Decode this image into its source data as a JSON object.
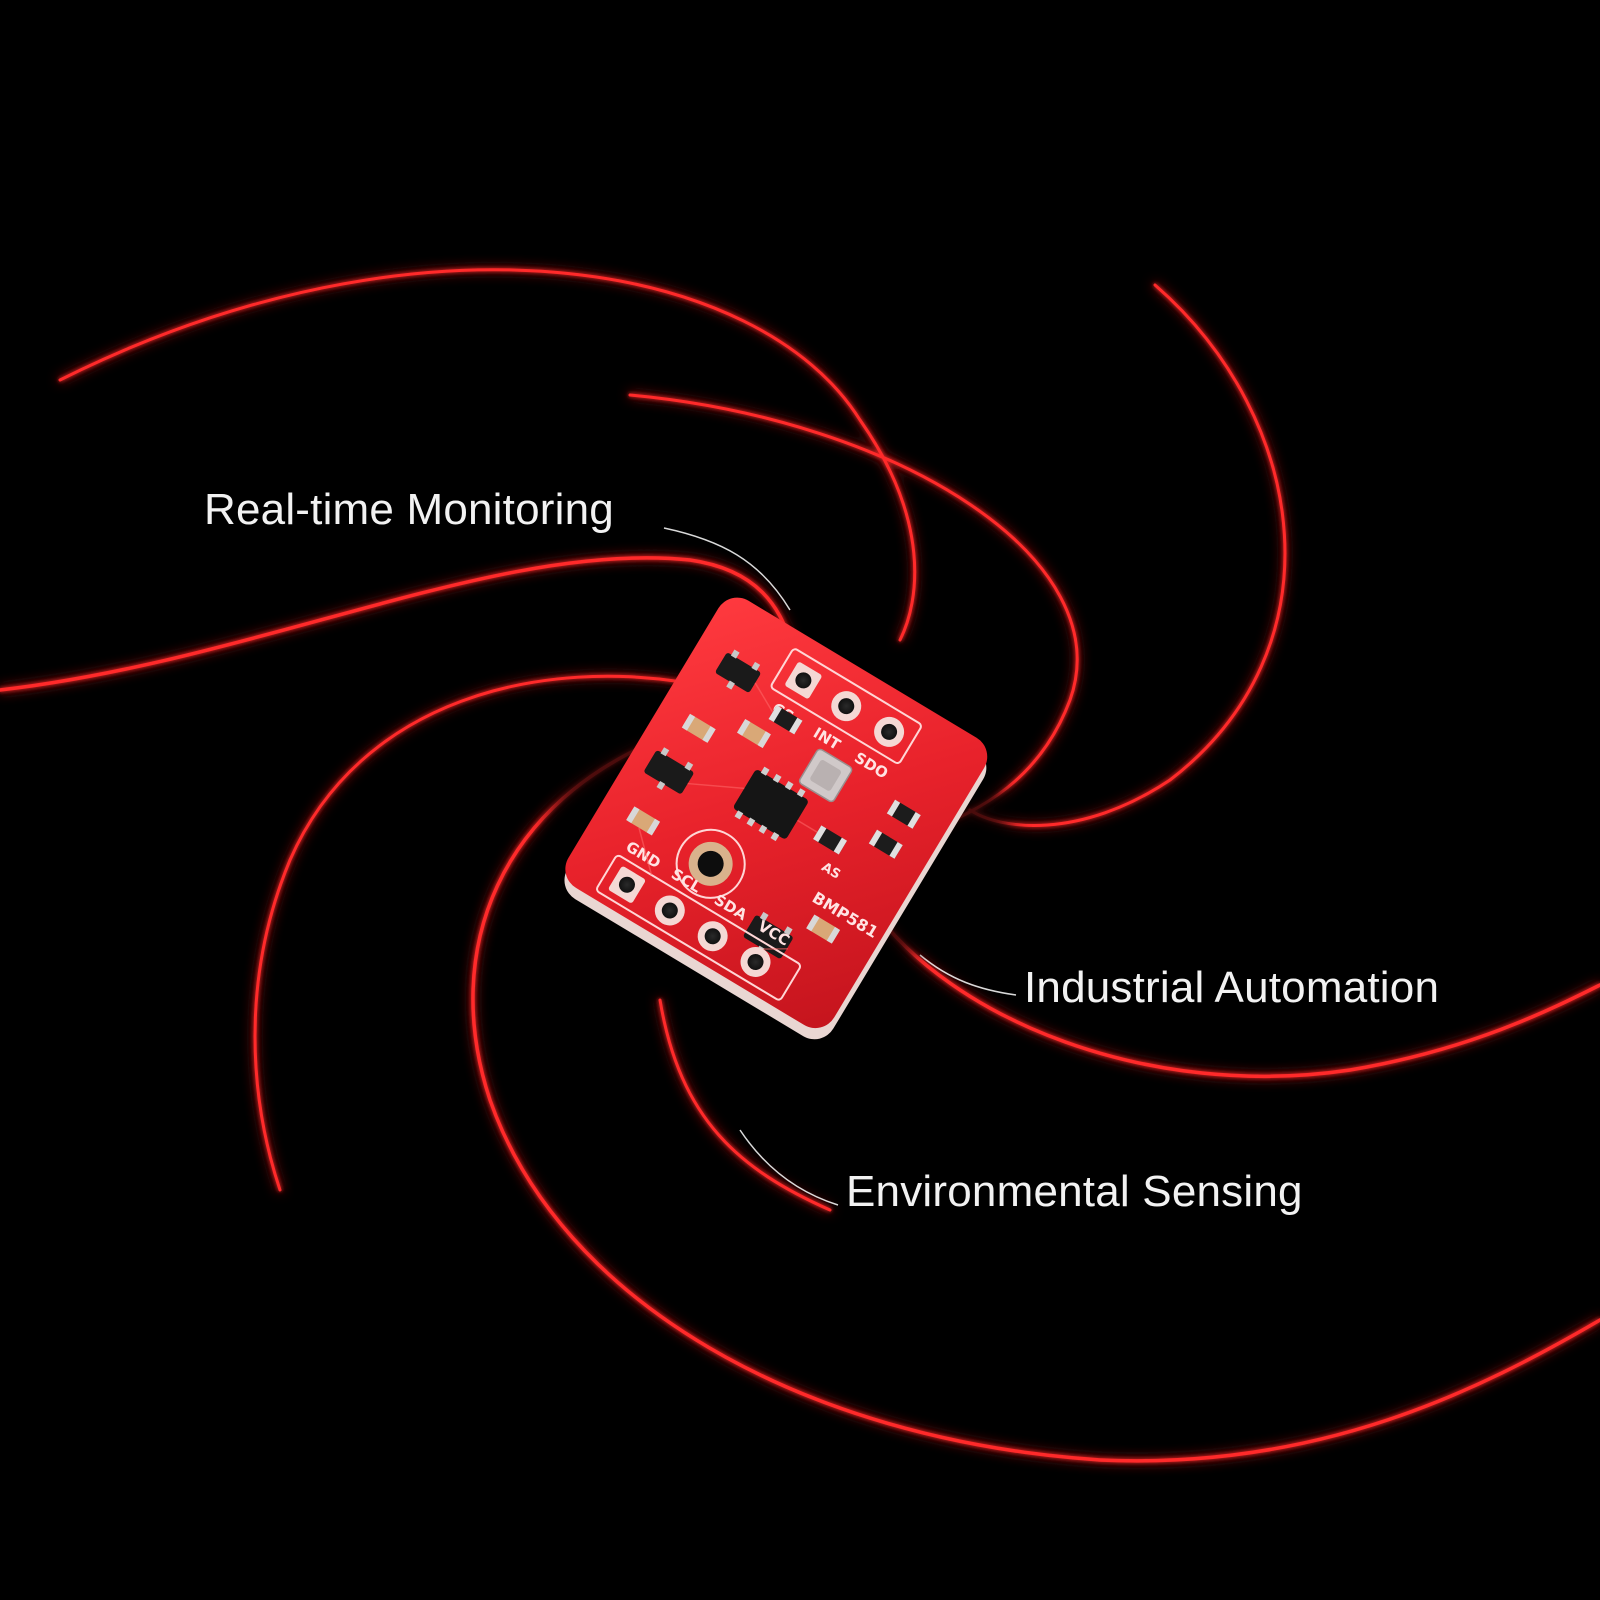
{
  "scene": {
    "background_color": "#000000",
    "accent_color": "#ff2a2a",
    "board_color": "#e8222b",
    "labels": [
      "Real-time Monitoring",
      "Industrial Automation",
      "Environmental Sensing"
    ],
    "board": {
      "top_pins": [
        "CS",
        "INT",
        "SDO"
      ],
      "bottom_pins": [
        "GND",
        "SCL",
        "SDA",
        "VCC"
      ],
      "part_marking": "BMP581",
      "small_marking": "AS"
    }
  }
}
